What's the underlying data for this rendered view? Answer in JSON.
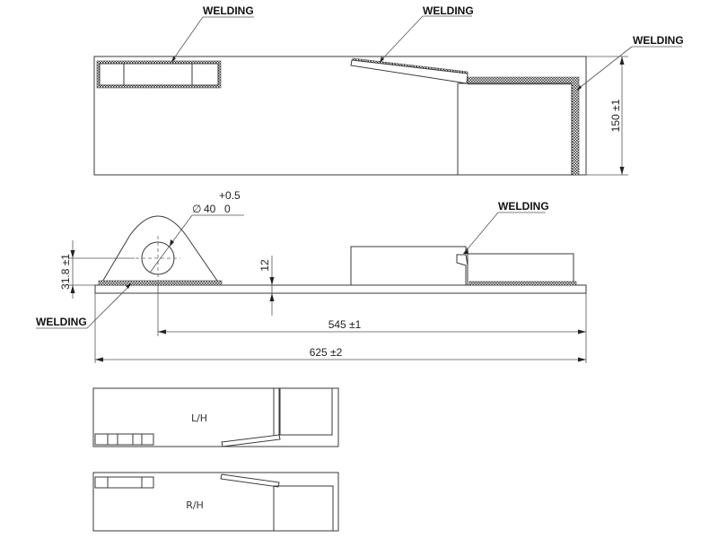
{
  "drawing": {
    "top_view": {
      "weld_labels": [
        "WELDING",
        "WELDING",
        "WELDING"
      ],
      "height_dimension": "150 ±1"
    },
    "side_view": {
      "hole_diameter_symbol": "∅",
      "hole_diameter": "40",
      "hole_tolerance_upper": "+0.5",
      "hole_tolerance_lower": "0",
      "hole_height_dimension": "31.8 ±1",
      "plate_thickness_dimension": "12",
      "weld_label_left": "WELDING",
      "weld_label_right": "WELDING",
      "hole_to_end_dimension": "545 ±1",
      "overall_length_dimension": "625 ±2"
    },
    "variants": {
      "left_hand_label": "L/H",
      "right_hand_label": "R/H"
    }
  }
}
